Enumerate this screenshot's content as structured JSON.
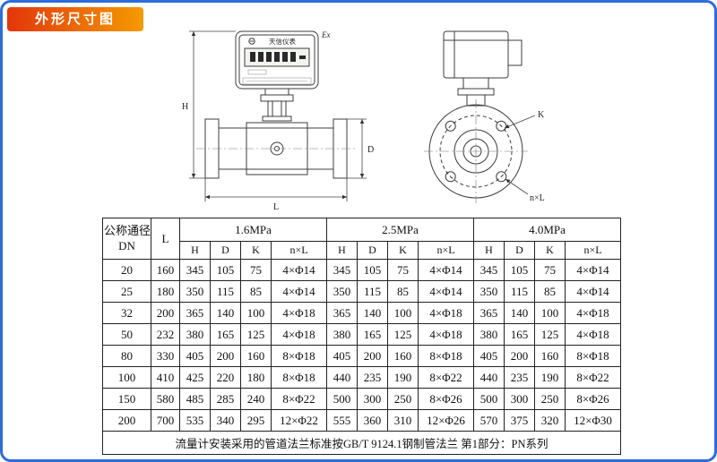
{
  "header": {
    "title": "外形尺寸图",
    "badge_gradient_from": "#e2360b",
    "badge_gradient_to": "#f59a00",
    "page_border_color": "#2e6cd9"
  },
  "drawing": {
    "brand": "天信仪表",
    "ex_mark": "Ex",
    "dim_h": "H",
    "dim_d": "D",
    "dim_l": "L",
    "dim_k": "K",
    "dim_nl": "n×L"
  },
  "table": {
    "dn_header_line1": "公称通径",
    "dn_header_line2": "DN",
    "l_header": "L",
    "pressure_groups": [
      "1.6MPa",
      "2.5MPa",
      "4.0MPa"
    ],
    "sub_headers": [
      "H",
      "D",
      "K",
      "n×L"
    ],
    "rows": [
      {
        "dn": "20",
        "l": "160",
        "p16": [
          "345",
          "105",
          "75",
          "4×Φ14"
        ],
        "p25": [
          "345",
          "105",
          "75",
          "4×Φ14"
        ],
        "p40": [
          "345",
          "105",
          "75",
          "4×Φ14"
        ]
      },
      {
        "dn": "25",
        "l": "180",
        "p16": [
          "350",
          "115",
          "85",
          "4×Φ14"
        ],
        "p25": [
          "350",
          "115",
          "85",
          "4×Φ14"
        ],
        "p40": [
          "350",
          "115",
          "85",
          "4×Φ14"
        ]
      },
      {
        "dn": "32",
        "l": "200",
        "p16": [
          "365",
          "140",
          "100",
          "4×Φ18"
        ],
        "p25": [
          "365",
          "140",
          "100",
          "4×Φ18"
        ],
        "p40": [
          "365",
          "140",
          "100",
          "4×Φ18"
        ]
      },
      {
        "dn": "50",
        "l": "232",
        "p16": [
          "380",
          "165",
          "125",
          "4×Φ18"
        ],
        "p25": [
          "380",
          "165",
          "125",
          "4×Φ18"
        ],
        "p40": [
          "380",
          "165",
          "125",
          "4×Φ18"
        ]
      },
      {
        "dn": "80",
        "l": "330",
        "p16": [
          "405",
          "200",
          "160",
          "8×Φ18"
        ],
        "p25": [
          "405",
          "200",
          "160",
          "8×Φ18"
        ],
        "p40": [
          "405",
          "200",
          "160",
          "8×Φ18"
        ]
      },
      {
        "dn": "100",
        "l": "410",
        "p16": [
          "425",
          "220",
          "180",
          "8×Φ18"
        ],
        "p25": [
          "440",
          "235",
          "190",
          "8×Φ22"
        ],
        "p40": [
          "440",
          "235",
          "190",
          "8×Φ22"
        ]
      },
      {
        "dn": "150",
        "l": "580",
        "p16": [
          "485",
          "285",
          "240",
          "8×Φ22"
        ],
        "p25": [
          "500",
          "300",
          "250",
          "8×Φ26"
        ],
        "p40": [
          "500",
          "300",
          "250",
          "8×Φ26"
        ]
      },
      {
        "dn": "200",
        "l": "700",
        "p16": [
          "535",
          "340",
          "295",
          "12×Φ22"
        ],
        "p25": [
          "555",
          "360",
          "310",
          "12×Φ26"
        ],
        "p40": [
          "570",
          "375",
          "320",
          "12×Φ30"
        ]
      }
    ],
    "footer_note": "流量计安装采用的管道法兰标准按GB/T 9124.1钢制管法兰 第1部分：PN系列"
  }
}
